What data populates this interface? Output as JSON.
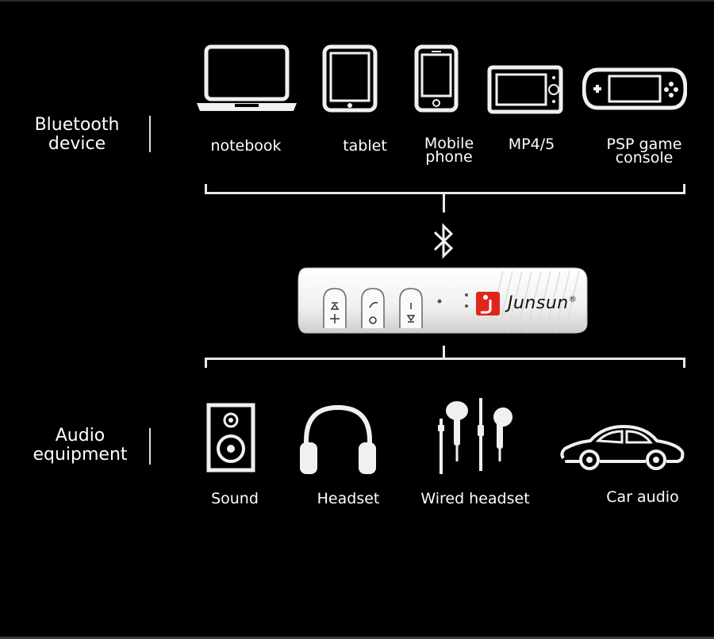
{
  "sections": {
    "bluetooth": {
      "line1": "Bluetooth",
      "line2": "device"
    },
    "audio": {
      "line1": "Audio",
      "line2": "equipment"
    }
  },
  "bluetooth_devices": [
    {
      "id": "notebook",
      "lines": [
        "notebook"
      ],
      "icon": "laptop-icon"
    },
    {
      "id": "tablet",
      "lines": [
        "tablet"
      ],
      "icon": "tablet-icon"
    },
    {
      "id": "mobile",
      "lines": [
        "Mobile",
        "phone"
      ],
      "icon": "mobile-phone-icon"
    },
    {
      "id": "mp45",
      "lines": [
        "MP4/5"
      ],
      "icon": "mp4-player-icon"
    },
    {
      "id": "psp",
      "lines": [
        "PSP game",
        "console"
      ],
      "icon": "psp-console-icon"
    }
  ],
  "audio_devices": [
    {
      "id": "sound",
      "lines": [
        "Sound"
      ],
      "icon": "speaker-icon"
    },
    {
      "id": "headset",
      "lines": [
        "Headset"
      ],
      "icon": "headphones-icon"
    },
    {
      "id": "wired",
      "lines": [
        "Wired headset"
      ],
      "icon": "earphones-icon"
    },
    {
      "id": "car",
      "lines": [
        "Car audio"
      ],
      "icon": "car-icon"
    }
  ],
  "receiver": {
    "brand": "Junsun",
    "registered_mark": "®",
    "logo_letter": "J",
    "logo_color": "#e0261b",
    "icon": "bluetooth-icon"
  },
  "colors": {
    "background": "#000000",
    "foreground": "#ffffff",
    "device_body": "#f2f2f2"
  }
}
